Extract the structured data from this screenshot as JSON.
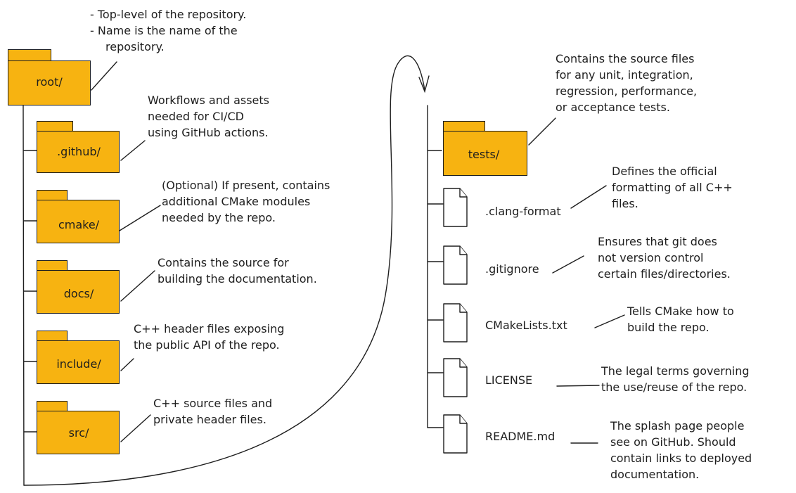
{
  "colors": {
    "folder": "#f7b311",
    "stroke": "#1e1e1e",
    "background": "#ffffff"
  },
  "root": {
    "name": "root/",
    "note": [
      "- Top-level of the repository.",
      "- Name is the name of the",
      "  repository."
    ]
  },
  "left_folders": [
    {
      "name": ".github/",
      "note": [
        "Workflows and assets",
        "needed for CI/CD",
        "using GitHub actions."
      ]
    },
    {
      "name": "cmake/",
      "note": [
        "(Optional) If present, contains",
        "additional CMake modules",
        "needed by the repo."
      ]
    },
    {
      "name": "docs/",
      "note": [
        "Contains the source for",
        "building the documentation."
      ]
    },
    {
      "name": "include/",
      "note": [
        "C++ header files exposing",
        "the public API of the repo."
      ]
    },
    {
      "name": "src/",
      "note": [
        "C++ source files and",
        "private header files."
      ]
    }
  ],
  "tests": {
    "name": "tests/",
    "note": [
      "Contains the source files",
      "for any unit, integration,",
      "regression, performance,",
      "or acceptance tests."
    ]
  },
  "files": [
    {
      "name": ".clang-format",
      "note": [
        "Defines the official",
        "formatting of all C++",
        "files."
      ]
    },
    {
      "name": ".gitignore",
      "note": [
        "Ensures that git does",
        "not version control",
        "certain files/directories."
      ]
    },
    {
      "name": "CMakeLists.txt",
      "note": [
        "Tells CMake how to",
        "build the repo."
      ]
    },
    {
      "name": "LICENSE",
      "note": [
        "The legal terms governing",
        "the use/reuse of the repo."
      ]
    },
    {
      "name": "README.md",
      "note": [
        "The splash page people",
        "see on GitHub. Should",
        "contain links to deployed",
        "documentation."
      ]
    }
  ]
}
